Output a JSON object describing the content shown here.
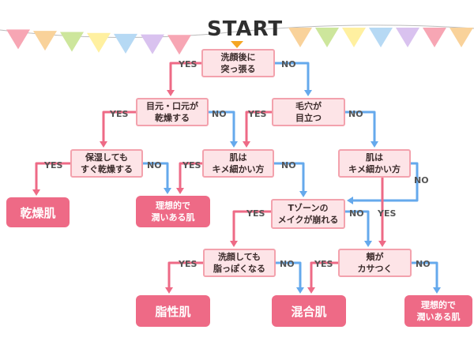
{
  "title": "START",
  "colors": {
    "box_fill": "#fde4e7",
    "box_border": "#f3a2ad",
    "yes_line": "#ee6a86",
    "no_line": "#65a9ec",
    "result_fill": "#ee6a86",
    "bunting": [
      "#f7a6b4",
      "#f9d29a",
      "#cde69c",
      "#fff0a0",
      "#b6d9f4",
      "#d9c2ef"
    ]
  },
  "questions": {
    "q1": "洗顔後に\n突っ張る",
    "q2": "目元・口元が\n乾燥する",
    "q3": "毛穴が\n目立つ",
    "q4": "保湿しても\nすぐ乾燥する",
    "q5": "肌は\nキメ細かい方",
    "q6": "肌は\nキメ細かい方",
    "q7": "Tゾーンの\nメイクが崩れる",
    "q8": "洗顔しても\n脂っぽくなる",
    "q9": "頬が\nカサつく"
  },
  "results": {
    "dry": "乾燥肌",
    "normal_a": "理想的で\n潤いある肌",
    "oily": "脂性肌",
    "combination": "混合肌",
    "normal_b": "理想的で\n潤いある肌"
  },
  "labels": {
    "yes": "YES",
    "no": "NO"
  }
}
